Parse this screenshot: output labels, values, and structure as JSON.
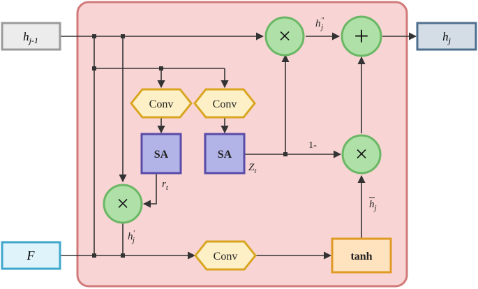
{
  "inputs": {
    "h_prev": "h_{j-1}",
    "h_prev_main": "h",
    "h_prev_sub": "j-1",
    "f": "F"
  },
  "output": {
    "h_main": "h",
    "h_sub": "j"
  },
  "blocks": {
    "conv_left": "Conv",
    "conv_right": "Conv",
    "conv_bottom": "Conv",
    "sa_left": "SA",
    "sa_right": "SA",
    "tanh": "tanh"
  },
  "operators": {
    "multiply": "×",
    "add": "+"
  },
  "edge_labels": {
    "one_minus": "1-",
    "r_main": "r",
    "r_sub": "t",
    "z_main": "Z",
    "z_sub": "t",
    "h_double_prime_main": "h",
    "h_double_prime_sup": "\"",
    "h_double_prime_sub": "j",
    "h_prime_main": "h",
    "h_prime_sup": "'",
    "h_prime_sub": "j",
    "h_bar_main": "h",
    "h_bar_sub": "j"
  },
  "colors": {
    "panel_fill": "#f8d4d4",
    "panel_stroke": "#d27a7a",
    "op_fill": "#aee0a8",
    "op_stroke": "#6bb765",
    "conv_fill": "#fdf0c6",
    "conv_stroke": "#d9a520",
    "sa_fill": "#b2b3e6",
    "sa_stroke": "#5a4ba8",
    "tanh_fill": "#ffe3bf",
    "tanh_stroke": "#e09a24",
    "input_h_fill": "#ececec",
    "input_h_stroke": "#9a9a9a",
    "input_f_fill": "#dff3fa",
    "input_f_stroke": "#3fa7cc",
    "output_fill": "#d4dde6",
    "output_stroke": "#4f6f8e",
    "line": "#333333"
  }
}
